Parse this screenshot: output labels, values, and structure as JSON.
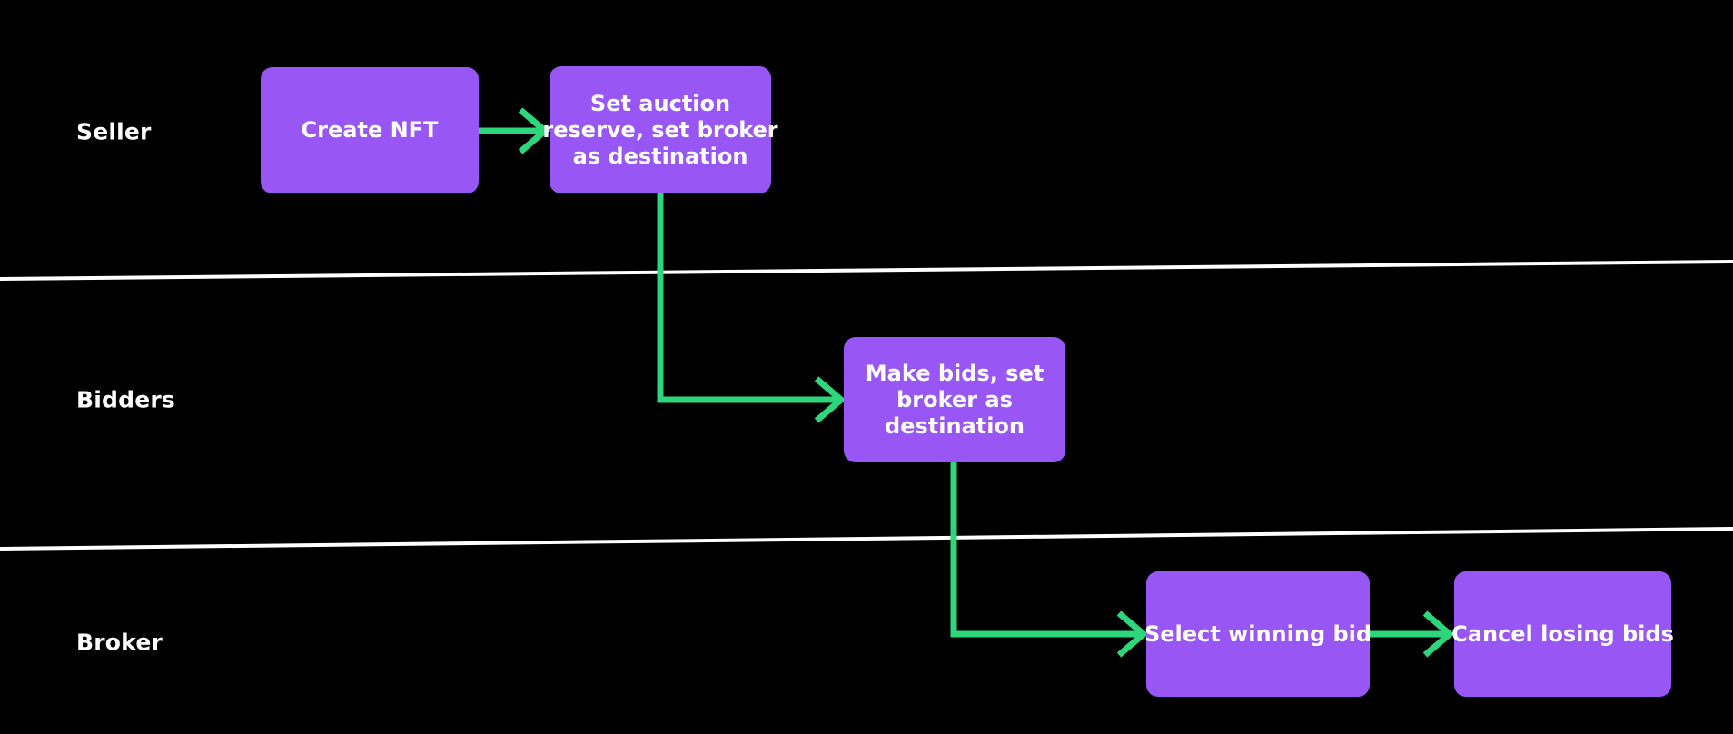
{
  "diagram": {
    "lanes": [
      {
        "label": "Seller"
      },
      {
        "label": "Bidders"
      },
      {
        "label": "Broker"
      }
    ],
    "nodes": [
      {
        "label": "Create NFT",
        "lines": [
          "Create NFT"
        ]
      },
      {
        "label": "Set auction reserve, set broker as destination",
        "lines": [
          "Set auction",
          "reserve, set broker",
          "as destination"
        ]
      },
      {
        "label": "Make bids, set broker as destination",
        "lines": [
          "Make bids, set",
          "broker as",
          "destination"
        ]
      },
      {
        "label": "Select winning bid",
        "lines": [
          "Select winning bid"
        ]
      },
      {
        "label": "Cancel losing bids",
        "lines": [
          "Cancel losing bids"
        ]
      }
    ],
    "colors": {
      "background": "#000000",
      "node_fill": "#9857F5",
      "arrow_green": "#2DD57B",
      "divider_white": "#FFFFFF",
      "text": "#FFFFFF"
    }
  }
}
